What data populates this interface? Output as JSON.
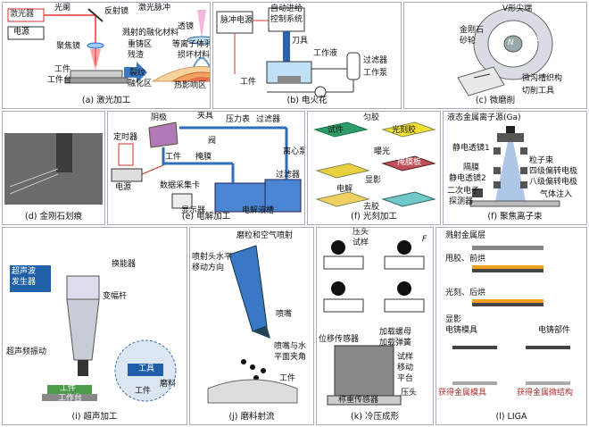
{
  "a": {
    "caption": "(a) 激光加工",
    "laser": "激光器",
    "power": "电源",
    "aperture": "光阑",
    "reflector": "反射镜",
    "focus_lens": "聚焦镜",
    "workpiece": "工件",
    "table": "工件台",
    "pulse": "激光脉冲",
    "lens": "透镜",
    "ejected": "溅射的融化材料",
    "plasma": "等离子体羽",
    "recast": "重铸区",
    "debris": "残渣",
    "damage": "损坏材料",
    "crack": "裂纹",
    "melt": "融化区",
    "haz": "热影响区"
  },
  "b": {
    "caption": "(b) 电火花",
    "pulse_power": "脉冲电源",
    "feed": "自动进给",
    "control": "控制系统",
    "tool": "刀具",
    "workpiece": "工件",
    "liquid": "工作液",
    "filter": "过滤器",
    "pump": "工作泵"
  },
  "c": {
    "caption": "(c) 微磨削",
    "tip": "V形尖端",
    "wheel1": "金刚石",
    "wheel2": "砂轮",
    "n": "N",
    "a": "a",
    "groove": "微沟槽织构",
    "tool": "切削工具"
  },
  "d": {
    "caption": "(d) 金刚石划痕"
  },
  "e": {
    "caption": "(e) 电解加工",
    "cathode": "阴极",
    "clamp": "夹具",
    "gauge": "压力表",
    "filter": "过滤器",
    "timer": "定时器",
    "valve": "阀",
    "pump": "离心泵",
    "filter2": "过滤器",
    "workpiece": "工件",
    "mask": "掩膜",
    "power": "电源",
    "daq": "数据采集卡",
    "display": "显示器",
    "tank": "电解液槽"
  },
  "f": {
    "caption": "(f) 光刻加工",
    "sample": "试件",
    "spin": "匀胶",
    "photoresist": "光刻胶",
    "expose": "曝光",
    "mask": "掩膜板",
    "develop": "显影",
    "electrolysis": "电解",
    "strip": "去胶"
  },
  "g": {
    "caption": "(f) 聚焦离子束",
    "source": "液态金属离子源(Ga)",
    "lens1": "静电透镜1",
    "beam": "粒子束",
    "aperture": "隔膜",
    "deflect4": "四级偏转电极",
    "lens2": "静电透镜2",
    "deflect8": "八级偏转电极",
    "detector1": "二次电子",
    "detector2": "探测器",
    "gas": "气体注入"
  },
  "i": {
    "caption": "(i) 超声加工",
    "generator1": "超声波",
    "generator2": "发生器",
    "transducer": "换能器",
    "horn": "变幅杆",
    "vibration": "超声频振动",
    "workpiece": "工件",
    "table": "工作台",
    "tool": "工具",
    "abrasive": "磨料",
    "workpiece2": "工件"
  },
  "j": {
    "caption": "(j) 磨料射流",
    "mix": "磨粒和空气喷射",
    "move1": "喷射头水平",
    "move2": "移动方向",
    "nozzle": "喷嘴",
    "angle1": "喷嘴与水",
    "angle2": "平面夹角",
    "workpiece": "工件"
  },
  "k": {
    "caption": "(k) 冷压成形",
    "head": "压头",
    "sample": "试样",
    "f": "F",
    "sensor": "位移传感器",
    "nut1": "加载螺母",
    "nut2": "加载弹簧",
    "platform1": "试样",
    "platform2": "移动",
    "platform3": "平台",
    "head2": "压头",
    "weigh": "称重传感器"
  },
  "l": {
    "caption": "(l) LIGA",
    "step1": "溅射金属层",
    "step2": "甩胶、前烘",
    "step3": "光刻、后烘",
    "step4": "显影",
    "step5a": "电铸模具",
    "step5b": "电铸部件",
    "result1": "获得金属模具",
    "result2": "获得金属微结构"
  }
}
